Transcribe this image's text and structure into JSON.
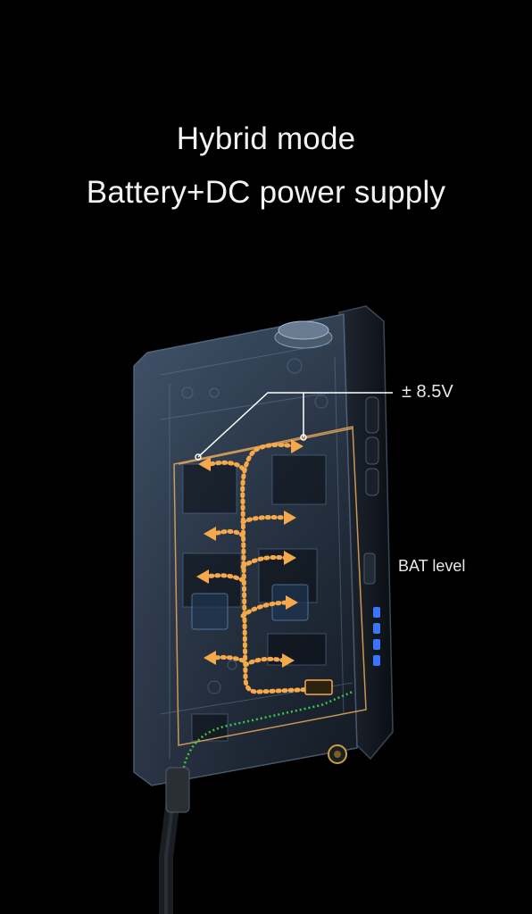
{
  "headline": {
    "line1": "Hybrid mode",
    "line2": "Battery+DC power supply"
  },
  "callouts": {
    "voltage": "± 8.5V",
    "battery": "BAT level"
  },
  "colors": {
    "background": "#000000",
    "power_flow": "#f5a94a",
    "ground_flow": "#39c84a",
    "board_outline": "#e0a35a",
    "battery_led": "#3a74ff"
  }
}
